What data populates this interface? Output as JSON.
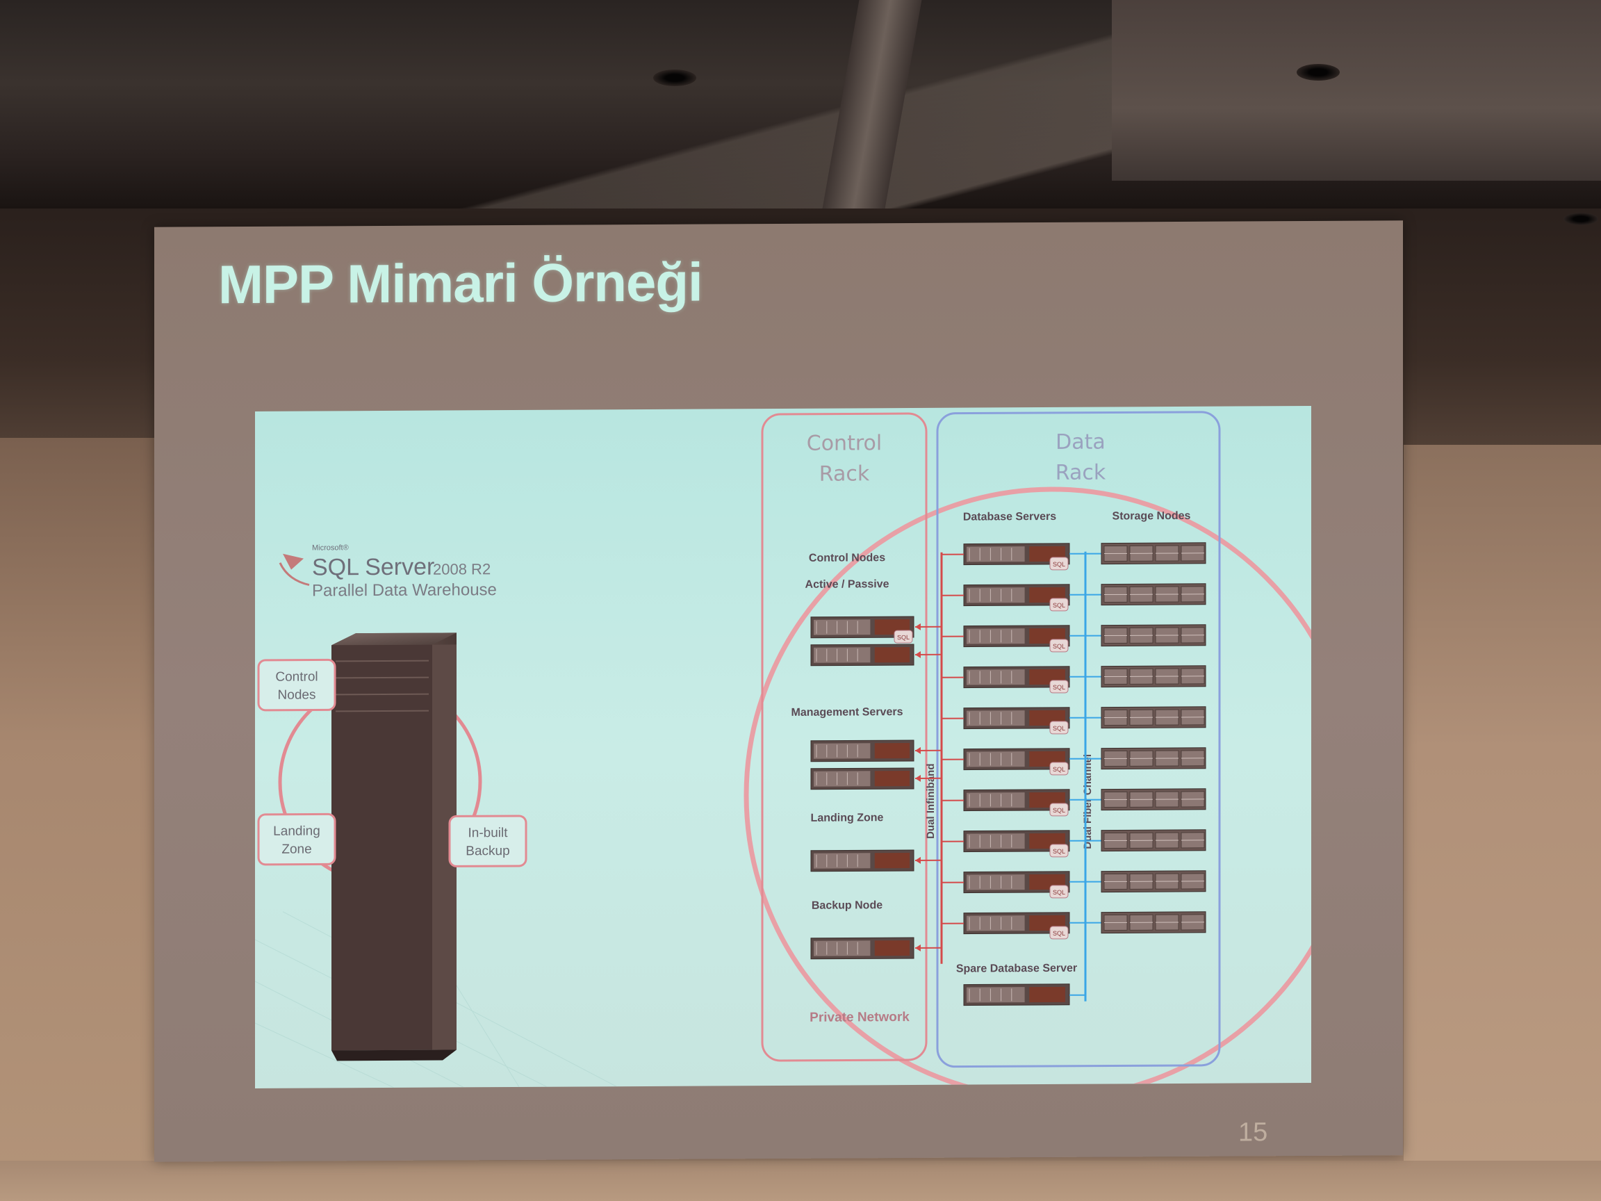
{
  "slide": {
    "title": "MPP Mimari Örneği",
    "page_number": "15"
  },
  "logo": {
    "vendor": "Microsoft®",
    "product": "SQL Server",
    "version": "2008 R2",
    "edition": "Parallel Data Warehouse"
  },
  "appliance": {
    "control_nodes": [
      "Control",
      "Nodes"
    ],
    "landing_zone": [
      "Landing",
      "Zone"
    ],
    "inbuilt_backup": [
      "In-built",
      "Backup"
    ]
  },
  "control_rack": {
    "title": [
      "Control",
      "Rack"
    ],
    "control_nodes": "Control Nodes",
    "active_passive": "Active / Passive",
    "management_servers": "Management Servers",
    "landing_zone": "Landing Zone",
    "backup_node": "Backup Node",
    "private_network": "Private Network"
  },
  "data_rack": {
    "title": [
      "Data",
      "Rack"
    ],
    "database_servers": "Database Servers",
    "storage_nodes": "Storage Nodes",
    "spare_database_server": "Spare  Database Server",
    "server_count": 10
  },
  "links": {
    "infiniband": "Dual Infiniband",
    "fiber_channel": "Dual Fiber Channel"
  },
  "badge": {
    "sql": "SQL"
  },
  "colors": {
    "title": "#c8f2e6",
    "red_frame": "#e28a92",
    "blue_frame": "#8aa0dc",
    "fiber_blue": "#3aa6e6",
    "server_dark": "#5a4946"
  }
}
